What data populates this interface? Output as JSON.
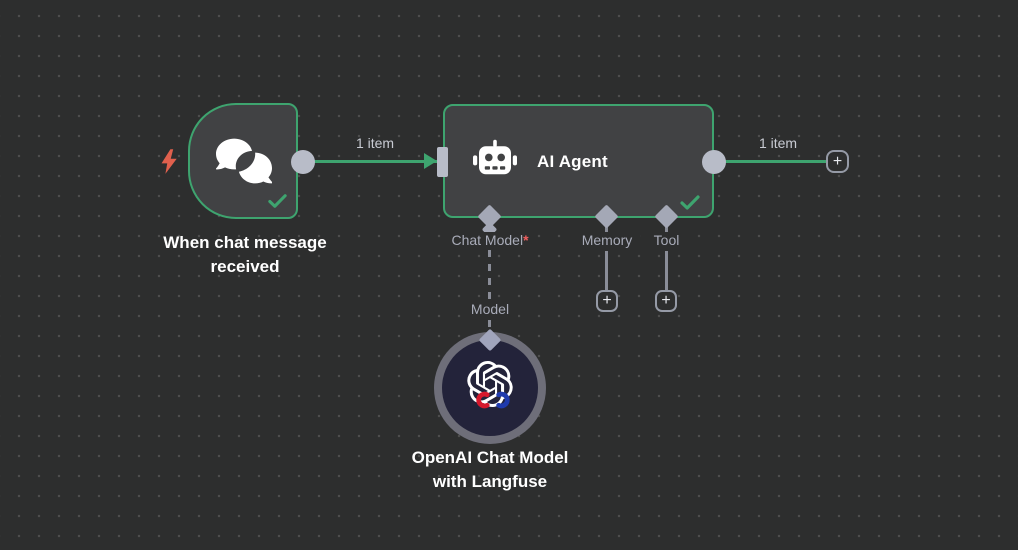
{
  "colors": {
    "canvas_bg": "#2d2e2e",
    "node_fill": "#414244",
    "success_green": "#3ea46f",
    "connector_gray": "#b8bcc8",
    "port_label_gray": "#a9acb9",
    "edge_label_gray": "#c8cbd3",
    "trigger_bolt_red": "#e0604d",
    "required_asterisk_red": "#f05e5e",
    "model_node_fill": "#23233a",
    "model_node_ring": "#6e6e79",
    "langfuse_red": "#d6182c",
    "langfuse_blue": "#1f3aad"
  },
  "trigger_node": {
    "label": "When chat message received"
  },
  "agent_node": {
    "title": "AI Agent",
    "ports": [
      {
        "label": "Chat Model",
        "required_mark": "*"
      },
      {
        "label": "Memory"
      },
      {
        "label": "Tool"
      }
    ]
  },
  "model_node": {
    "name_line1": "OpenAI Chat Model",
    "name_line2": "with Langfuse",
    "edge_label": "Model"
  },
  "edges": {
    "trigger_to_agent_label": "1 item",
    "agent_output_label": "1 item"
  },
  "buttons": {
    "plus_glyph": "+"
  }
}
